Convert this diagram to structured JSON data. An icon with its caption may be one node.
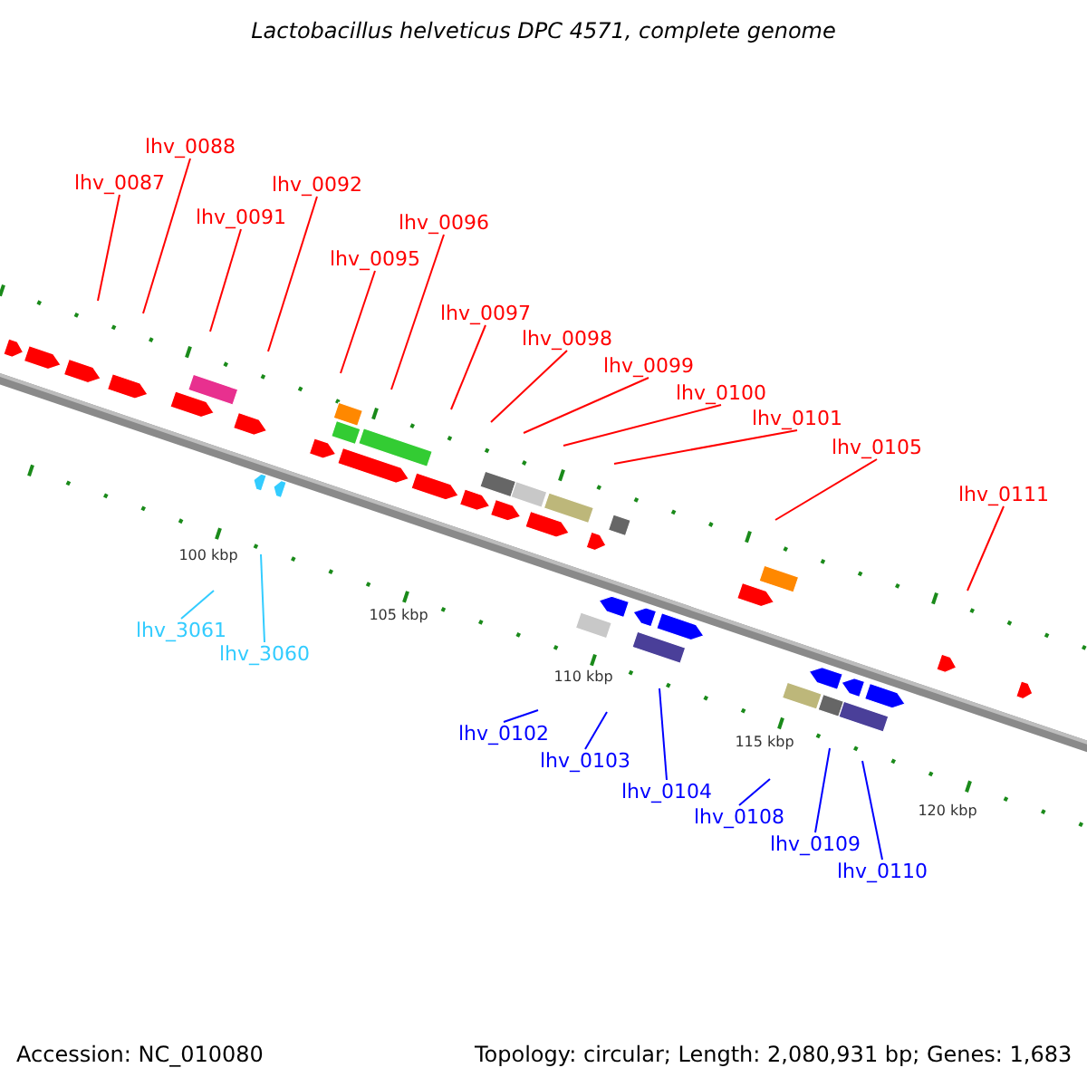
{
  "diagram": {
    "title": "Lactobacillus helveticus DPC 4571, complete genome",
    "nodes": [
      {
        "text": [
          "lhv_0087"
        ]
      },
      {
        "text": [
          "lhv_0088"
        ]
      },
      {
        "text": [
          "lhv_0091"
        ]
      },
      {
        "text": [
          "lhv_0092"
        ]
      },
      {
        "text": [
          "lhv_0095"
        ]
      },
      {
        "text": [
          "lhv_0096"
        ]
      },
      {
        "text": [
          "lhv_0097"
        ]
      },
      {
        "text": [
          "lhv_0098"
        ]
      },
      {
        "text": [
          "lhv_0099"
        ]
      },
      {
        "text": [
          "lhv_0100"
        ]
      },
      {
        "text": [
          "lhv_0101"
        ]
      },
      {
        "text": [
          "lhv_0105"
        ]
      },
      {
        "text": [
          "lhv_0111"
        ]
      },
      {
        "text": [
          "lhv_3061"
        ]
      },
      {
        "text": [
          "lhv_3060"
        ]
      },
      {
        "text": [
          "lhv_0102"
        ]
      },
      {
        "text": [
          "lhv_0103"
        ]
      },
      {
        "text": [
          "lhv_0104"
        ]
      },
      {
        "text": [
          "lhv_0108"
        ]
      },
      {
        "text": [
          "lhv_0109"
        ]
      },
      {
        "text": [
          "lhv_0110"
        ]
      }
    ],
    "edges": [
      {
        "from": 0,
        "to": null,
        "arrow": "none"
      },
      {
        "from": 1,
        "to": null,
        "arrow": "none"
      },
      {
        "from": 2,
        "to": null,
        "arrow": "none"
      },
      {
        "from": 3,
        "to": null,
        "arrow": "none"
      },
      {
        "from": 4,
        "to": null,
        "arrow": "none"
      },
      {
        "from": 5,
        "to": null,
        "arrow": "none"
      },
      {
        "from": 6,
        "to": null,
        "arrow": "none"
      },
      {
        "from": 7,
        "to": null,
        "arrow": "none"
      },
      {
        "from": 8,
        "to": null,
        "arrow": "none"
      },
      {
        "from": 9,
        "to": null,
        "arrow": "none"
      },
      {
        "from": 10,
        "to": null,
        "arrow": "none"
      },
      {
        "from": 11,
        "to": null,
        "arrow": "none"
      },
      {
        "from": 12,
        "to": null,
        "arrow": "none"
      },
      {
        "from": 13,
        "to": null,
        "arrow": "none",
        "color": "#33ccff"
      },
      {
        "from": 14,
        "to": null,
        "arrow": "none",
        "color": "#33ccff"
      },
      {
        "from": 15,
        "to": null,
        "arrow": "none",
        "color": "#0000ff"
      },
      {
        "from": 16,
        "to": null,
        "arrow": "none",
        "color": "#0000ff"
      },
      {
        "from": 17,
        "to": null,
        "arrow": "none",
        "color": "#0000ff"
      },
      {
        "from": 18,
        "to": null,
        "arrow": "none",
        "color": "#0000ff"
      },
      {
        "from": 19,
        "to": null,
        "arrow": "none",
        "color": "#0000ff"
      },
      {
        "from": 20,
        "to": null,
        "arrow": "none",
        "color": "#0000ff"
      }
    ],
    "labels": [
      "100 kbp",
      "105 kbp",
      "110 kbp",
      "115 kbp",
      "120 kbp",
      "Accession: NC_010080",
      "Topology: circular; Length: 2,080,931 bp; Genes: 1,683"
    ]
  }
}
